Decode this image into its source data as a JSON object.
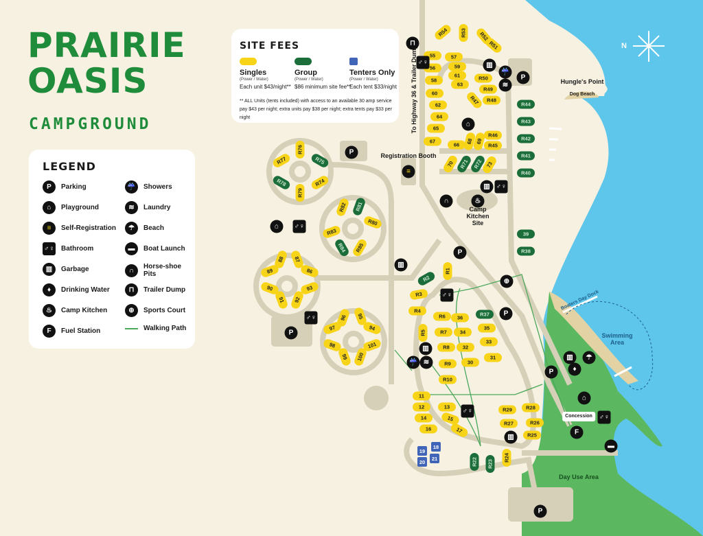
{
  "logo": {
    "line1": "PRAIRIE",
    "line2": "OASIS",
    "line3": "CAMPGROUND"
  },
  "legend": {
    "title": "LEGEND",
    "items": [
      {
        "label": "Parking",
        "icon": "parking-icon",
        "glyph": "P"
      },
      {
        "label": "Playground",
        "icon": "playground-icon",
        "glyph": "⌂"
      },
      {
        "label": "Self-Registration",
        "icon": "self-registration-icon",
        "glyph": "≡"
      },
      {
        "label": "Bathroom",
        "icon": "bathroom-icon",
        "glyph": "♂♀"
      },
      {
        "label": "Garbage",
        "icon": "garbage-icon",
        "glyph": "▥"
      },
      {
        "label": "Drinking Water",
        "icon": "drinking-water-icon",
        "glyph": "♦"
      },
      {
        "label": "Camp Kitchen",
        "icon": "camp-kitchen-icon",
        "glyph": "♨"
      },
      {
        "label": "Fuel Station",
        "icon": "fuel-station-icon",
        "glyph": "F"
      },
      {
        "label": "Showers",
        "icon": "shower-icon",
        "glyph": "☔"
      },
      {
        "label": "Laundry",
        "icon": "laundry-icon",
        "glyph": "≋"
      },
      {
        "label": "Beach",
        "icon": "beach-icon",
        "glyph": "☂"
      },
      {
        "label": "Boat Launch",
        "icon": "boat-launch-icon",
        "glyph": "▬"
      },
      {
        "label": "Horse-shoe Pits",
        "icon": "horseshoe-icon",
        "glyph": "∩"
      },
      {
        "label": "Trailer Dump",
        "icon": "trailer-dump-icon",
        "glyph": "⊓"
      },
      {
        "label": "Sports Court",
        "icon": "sports-court-icon",
        "glyph": "⊕"
      },
      {
        "label": "Walking Path",
        "icon": "walking-path-icon",
        "glyph": ""
      }
    ]
  },
  "fees": {
    "title": "SITE FEES",
    "columns": [
      {
        "name": "Singles",
        "sub": "(Power / Water)",
        "price": "Each unit $43/night**",
        "color": "#f7d417"
      },
      {
        "name": "Group",
        "sub": "(Power / Water)",
        "price": "$86 minimum site fee**",
        "color": "#1b6e3a"
      },
      {
        "name": "Tenters Only",
        "sub": "(Power / Water)",
        "price": "Each tent $33/night",
        "color": "#3f64b8"
      }
    ],
    "note": "** ALL Units (tents included) with access to an available 30 amp service pay $43 per night; extra units pay $38 per night; extra tents pay $33 per night"
  },
  "labels": {
    "registration": "Registration Booth",
    "kitchen": "Camp Kitchen Site",
    "highway": "To Highway 36 & Trailer Dump",
    "point": "Hungle's Point",
    "dog_beach": "Dog Beach",
    "dock": "Boaters Day Dock",
    "swim": "Swimming Area",
    "concession": "Concession",
    "day_use": "Day Use Area",
    "north": "N"
  },
  "sites": [
    [
      "R54",
      "s"
    ],
    [
      "R53",
      "s"
    ],
    [
      "R52",
      "s"
    ],
    [
      "R51",
      "s"
    ],
    [
      "55",
      "s"
    ],
    [
      "56",
      "s"
    ],
    [
      "58",
      "s"
    ],
    [
      "60",
      "s"
    ],
    [
      "62",
      "s"
    ],
    [
      "64",
      "s"
    ],
    [
      "65",
      "s"
    ],
    [
      "67",
      "s"
    ],
    [
      "57",
      "s"
    ],
    [
      "59",
      "s"
    ],
    [
      "61",
      "s"
    ],
    [
      "63",
      "s"
    ],
    [
      "R50",
      "s"
    ],
    [
      "R49",
      "s"
    ],
    [
      "R47",
      "s"
    ],
    [
      "R48",
      "s"
    ],
    [
      "R46",
      "s"
    ],
    [
      "R45",
      "s"
    ],
    [
      "66",
      "s"
    ],
    [
      "68",
      "s"
    ],
    [
      "69",
      "s"
    ],
    [
      "70",
      "s"
    ],
    [
      "R71",
      "g"
    ],
    [
      "R72",
      "g"
    ],
    [
      "73",
      "s"
    ],
    [
      "R44",
      "g"
    ],
    [
      "R43",
      "g"
    ],
    [
      "R42",
      "g"
    ],
    [
      "R41",
      "g"
    ],
    [
      "R40",
      "g"
    ],
    [
      "39",
      "g"
    ],
    [
      "R38",
      "g"
    ],
    [
      "R76",
      "s"
    ],
    [
      "R75",
      "g"
    ],
    [
      "R77",
      "s"
    ],
    [
      "R78",
      "g"
    ],
    [
      "R74",
      "s"
    ],
    [
      "R79",
      "s"
    ],
    [
      "R82",
      "s"
    ],
    [
      "R81",
      "g"
    ],
    [
      "R80",
      "s"
    ],
    [
      "R83",
      "s"
    ],
    [
      "R84",
      "g"
    ],
    [
      "R85",
      "s"
    ],
    [
      "88",
      "s"
    ],
    [
      "87",
      "s"
    ],
    [
      "89",
      "s"
    ],
    [
      "86",
      "s"
    ],
    [
      "90",
      "s"
    ],
    [
      "93",
      "s"
    ],
    [
      "91",
      "s"
    ],
    [
      "92",
      "s"
    ],
    [
      "96",
      "s"
    ],
    [
      "95",
      "s"
    ],
    [
      "97",
      "s"
    ],
    [
      "94",
      "s"
    ],
    [
      "98",
      "s"
    ],
    [
      "101",
      "s"
    ],
    [
      "99",
      "s"
    ],
    [
      "100",
      "s"
    ],
    [
      "R1",
      "s"
    ],
    [
      "R2",
      "g"
    ],
    [
      "R3",
      "s"
    ],
    [
      "R4",
      "s"
    ],
    [
      "R5",
      "s"
    ],
    [
      "R6",
      "s"
    ],
    [
      "R7",
      "s"
    ],
    [
      "R8",
      "s"
    ],
    [
      "R9",
      "s"
    ],
    [
      "R10",
      "s"
    ],
    [
      "36",
      "s"
    ],
    [
      "34",
      "s"
    ],
    [
      "32",
      "s"
    ],
    [
      "30",
      "s"
    ],
    [
      "R37",
      "g"
    ],
    [
      "35",
      "s"
    ],
    [
      "33",
      "s"
    ],
    [
      "31",
      "s"
    ],
    [
      "11",
      "s"
    ],
    [
      "12",
      "s"
    ],
    [
      "14",
      "s"
    ],
    [
      "16",
      "s"
    ],
    [
      "13",
      "s"
    ],
    [
      "15",
      "s"
    ],
    [
      "17",
      "s"
    ],
    [
      "R29",
      "s"
    ],
    [
      "R28",
      "s"
    ],
    [
      "R27",
      "s"
    ],
    [
      "R26",
      "s"
    ],
    [
      "R25",
      "s"
    ],
    [
      "19",
      "t"
    ],
    [
      "18",
      "t"
    ],
    [
      "20",
      "t"
    ],
    [
      "21",
      "t"
    ],
    [
      "R22",
      "g"
    ],
    [
      "R23",
      "g"
    ],
    [
      "R24",
      "s"
    ]
  ],
  "colors": {
    "background": "#f7f1e1",
    "road": "#d6d0b9",
    "water": "#5ec6ea",
    "park": "#5bb860",
    "sand": "#e3d3a4",
    "brand": "#1f8c3b"
  }
}
